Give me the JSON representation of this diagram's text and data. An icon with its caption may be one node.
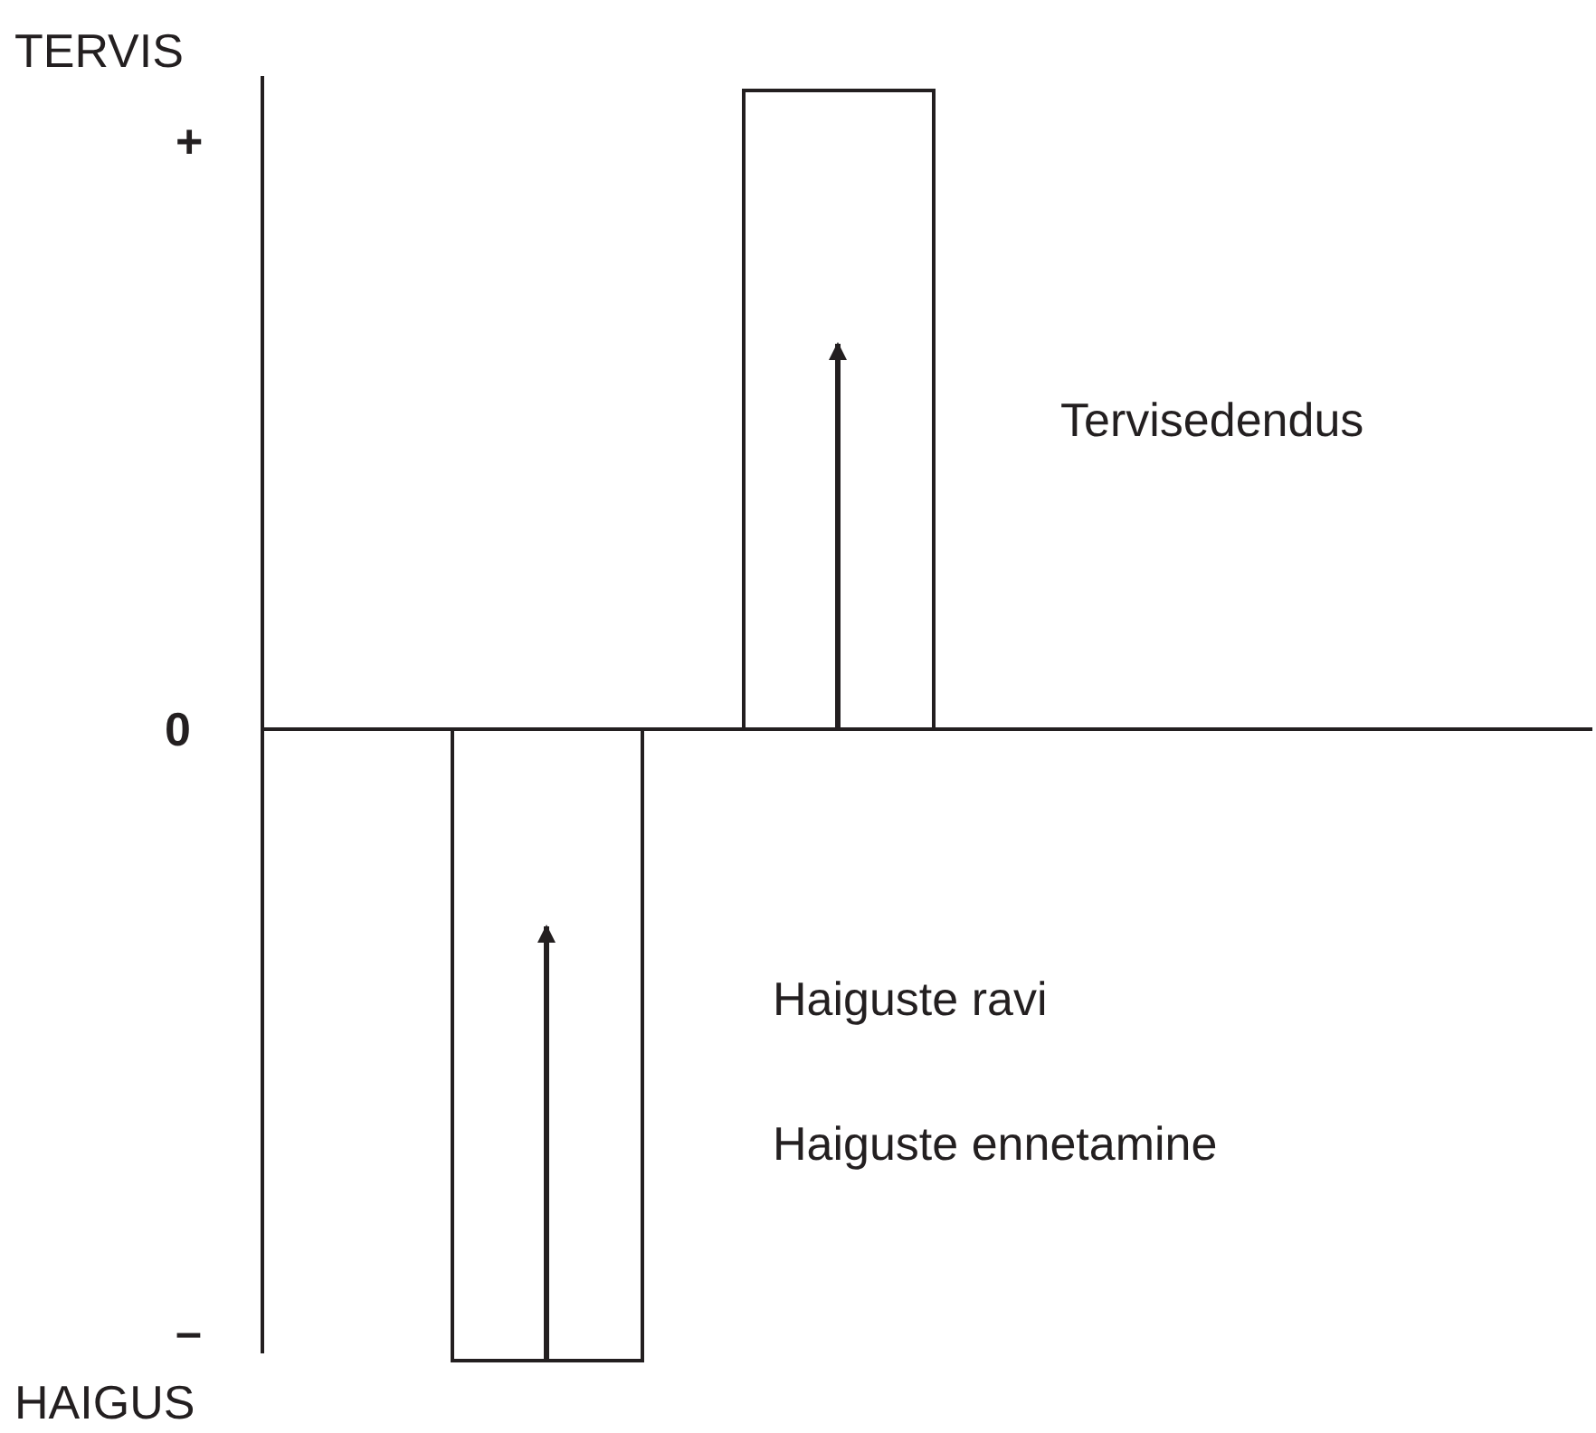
{
  "diagram": {
    "labels": [
      "TERVIS",
      "+",
      "Tervisedendus",
      "0",
      "Haiguste ravi",
      "Haiguste ennetamine",
      "–",
      "HAIGUS"
    ]
  }
}
